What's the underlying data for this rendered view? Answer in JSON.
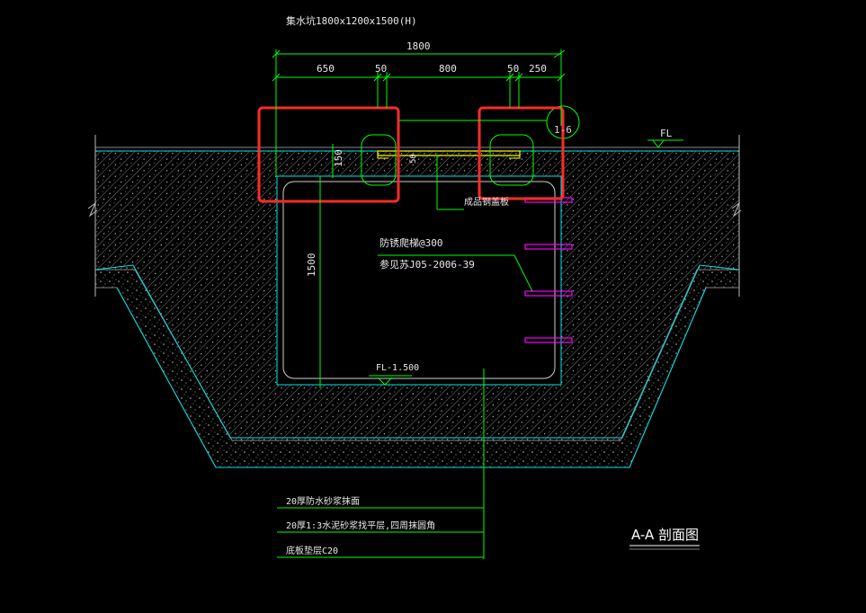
{
  "drawing": {
    "header_label": "集水坑1800x1200x1500(H)",
    "section_title": "A-A  剖面图",
    "dimensions": {
      "total_width": "1800",
      "seg1": "650",
      "seg2": "50",
      "seg3": "800",
      "seg4": "50",
      "seg5": "250",
      "depth": "1500",
      "curb_height": "150",
      "small_50": "50"
    },
    "detail_ref": "1-6",
    "level_fl": "FL",
    "level_bottom": "FL-1.500",
    "annotations": {
      "cover": "成品钢盖板",
      "ladder_line1": "防锈爬梯@300",
      "ladder_line2": "参见苏J05-2006-39"
    },
    "notes": [
      "20厚防水砂浆抹面",
      "20厚1:3水泥砂浆找平层,四周抹圆角",
      "底板垫层C20"
    ]
  },
  "colors": {
    "background": "#000000",
    "hatch": "#7f7f7f",
    "dimension": "#00ff00",
    "outline": "#00ffff",
    "highlight": "#ff2a2a",
    "ladder": "#ff00ff",
    "cover": "#ffff00"
  }
}
